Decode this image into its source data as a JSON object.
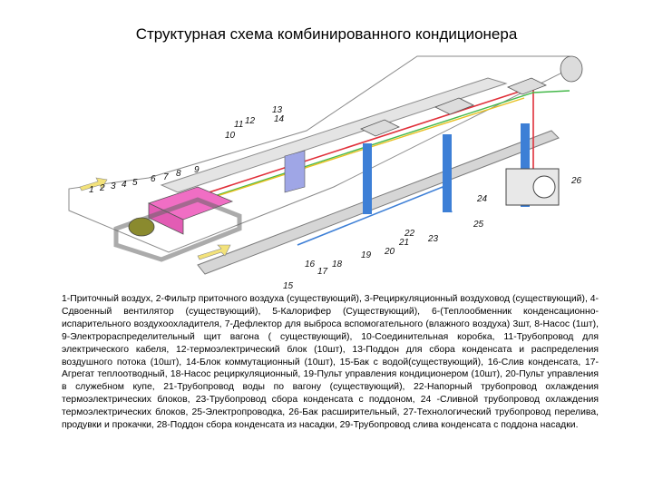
{
  "title": "Структурная схема комбинированного кондиционера",
  "diagram": {
    "callouts": [
      "1",
      "2",
      "3",
      "4",
      "5",
      "6",
      "7",
      "8",
      "9",
      "10",
      "11",
      "12",
      "13",
      "14",
      "15",
      "16",
      "17",
      "18",
      "19",
      "20",
      "21",
      "22",
      "23",
      "24",
      "25",
      "26"
    ],
    "colors": {
      "floor": "#c8c8c8",
      "frame_outline": "#8a8a8a",
      "unit_pink": "#f06ec4",
      "duct_blue": "#3d7fd6",
      "pipe_red": "#e0303a",
      "pipe_green": "#45b84a",
      "pipe_yellow": "#e8c020",
      "fan_olive": "#8a8a2e",
      "arrow_yellow": "#f3e27a"
    }
  },
  "legend": {
    "text": "1-Приточный воздух, 2-Фильтр приточного воздуха (существующий), 3-Рециркуляционный воздуховод (существующий), 4- Сдвоенный вентилятор (существующий), 5-Калорифер (Существующий), 6-(Теплообменник конденсационно-испарительного воздухоохладителя, 7-Дефлектор для выброса вспомогательного (влажного воздуха) 3шт, 8-Насос (1шт), 9-Электрораспределительный щит вагона ( существующий), 10-Соединительная коробка, 11-Трубопровод для электрического кабеля, 12-термоэлектрический блок (10шт), 13-Поддон для сбора конденсата и распределения воздушного потока (10шт), 14-Блок коммутационный (10шт), 15-Бак с водой(существующий), 16-Слив конденсата, 17-Агрегат теплоотводный, 18-Насос рециркуляционный, 19-Пульт управления кондиционером (10шт), 20-Пульт управления в служебном купе, 21-Трубопровод воды по вагону (существующий), 22-Напорный трубопровод охлаждения термоэлектрических блоков, 23-Трубопровод сбора конденсата с поддоном, 24 -Сливной трубопровод охлаждения термоэлектрических блоков, 25-Электропроводка, 26-Бак расширительный, 27-Технологический трубопровод перелива, продувки и прокачки, 28-Поддон сбора конденсата из насадки, 29-Трубопровод слива конденсата с поддона насадки."
  }
}
